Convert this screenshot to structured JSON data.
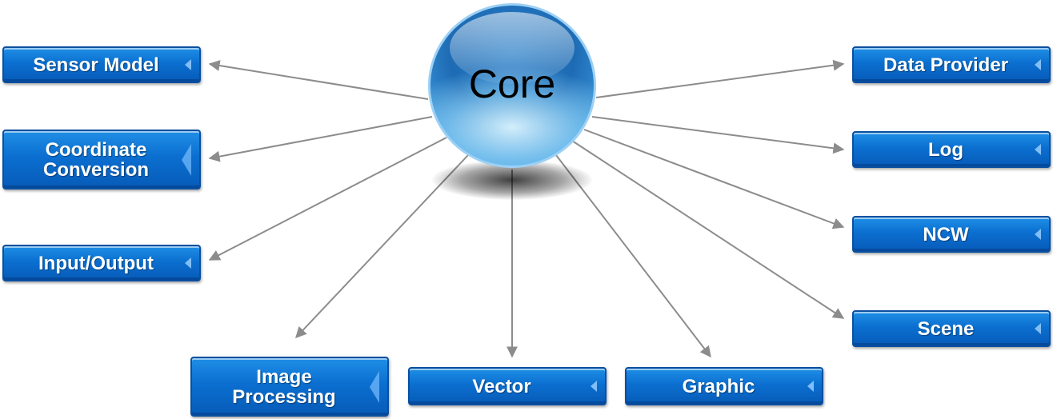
{
  "core": {
    "label": "Core"
  },
  "modules": [
    {
      "id": "sensor-model",
      "label": "Sensor Model"
    },
    {
      "id": "coordinate-conversion",
      "label": "Coordinate\nConversion"
    },
    {
      "id": "input-output",
      "label": "Input/Output"
    },
    {
      "id": "image-processing",
      "label": "Image\nProcessing"
    },
    {
      "id": "vector",
      "label": "Vector"
    },
    {
      "id": "graphic",
      "label": "Graphic"
    },
    {
      "id": "data-provider",
      "label": "Data Provider"
    },
    {
      "id": "log",
      "label": "Log"
    },
    {
      "id": "ncw",
      "label": "NCW"
    },
    {
      "id": "scene",
      "label": "Scene"
    }
  ],
  "colors": {
    "box_fill": "#0b6fd0",
    "box_border": "#0a4fa0",
    "arrow": "#8c8c8c",
    "core": "#1d6bb4"
  }
}
